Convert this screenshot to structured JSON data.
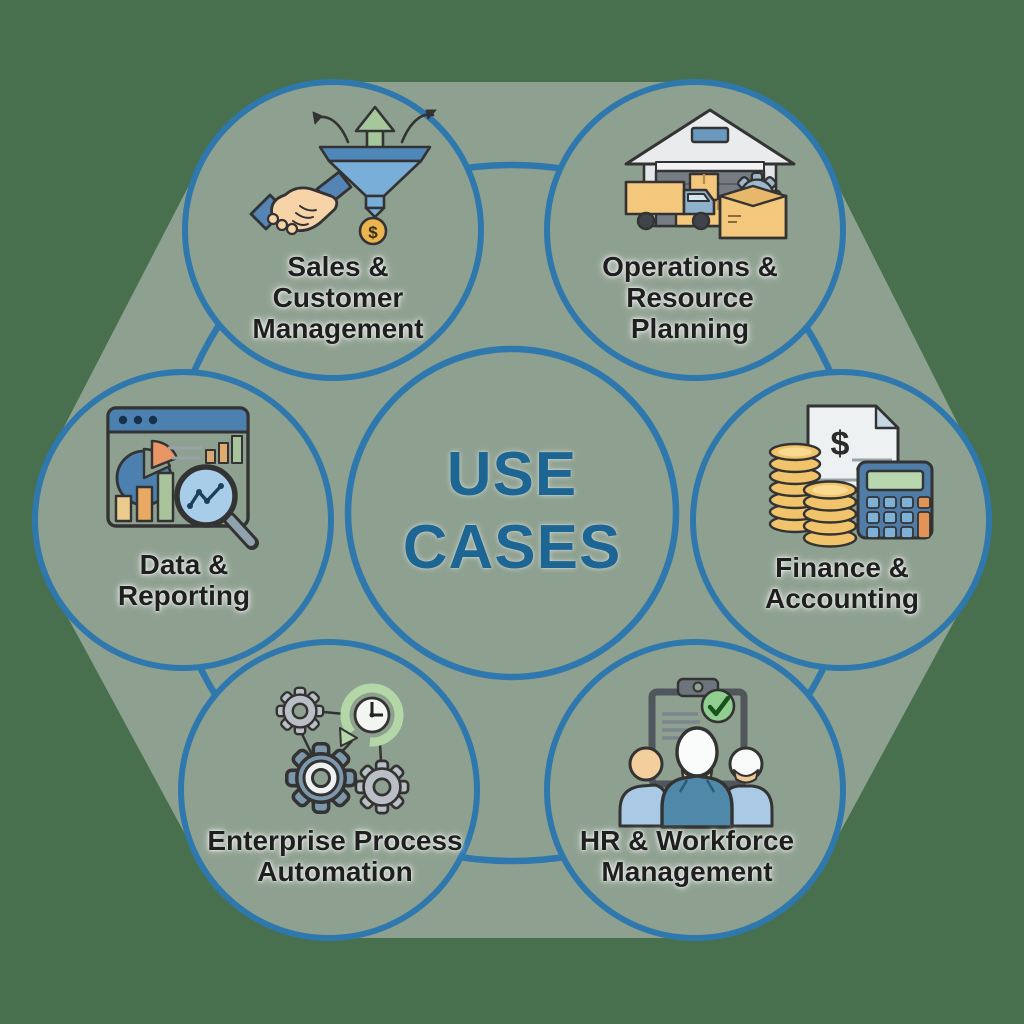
{
  "title": {
    "lines": [
      "USE",
      "CASES"
    ]
  },
  "nodes": [
    {
      "id": "sales",
      "icon": "handshake-funnel-icon",
      "lines": [
        "Sales &",
        "Customer",
        "Management"
      ],
      "coin_symbol": "$"
    },
    {
      "id": "operations",
      "icon": "warehouse-logistics-icon",
      "lines": [
        "Operations &",
        "Resource",
        "Planning"
      ]
    },
    {
      "id": "data",
      "icon": "dashboard-analytics-icon",
      "lines": [
        "Data &",
        "Reporting"
      ]
    },
    {
      "id": "finance",
      "icon": "coins-calculator-icon",
      "lines": [
        "Finance &",
        "Accounting"
      ],
      "doc_symbol": "$"
    },
    {
      "id": "automation",
      "icon": "gears-clock-icon",
      "lines": [
        "Enterprise Process",
        "Automation"
      ]
    },
    {
      "id": "hr",
      "icon": "team-clipboard-icon",
      "lines": [
        "HR & Workforce",
        "Management"
      ]
    }
  ],
  "colors": {
    "page_background": "#48704f",
    "diagram_fill": "#8ea090",
    "circle_stroke": "#2f78ad",
    "title_text": "#1d6593",
    "label_text": "#1f1f1f",
    "accent_tan": "#f3c87d",
    "accent_blue": "#4c80af",
    "accent_green": "#a9c39c",
    "accent_orange": "#e89668"
  }
}
